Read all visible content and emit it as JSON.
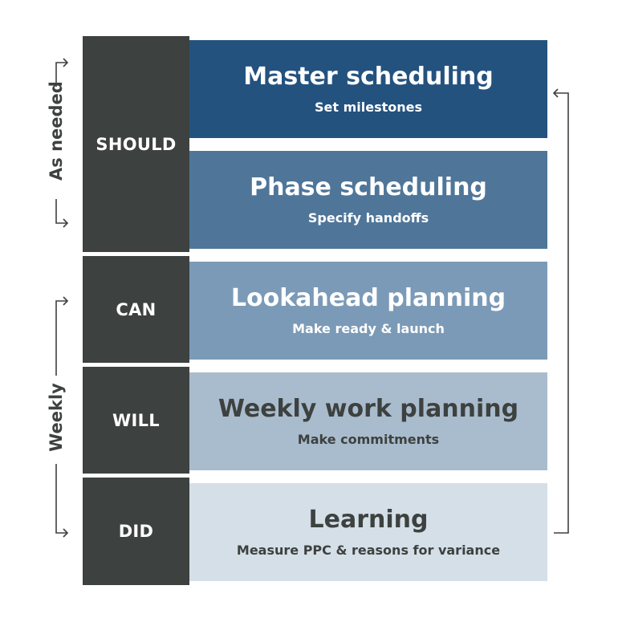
{
  "levels": {
    "should": "SHOULD",
    "can": "CAN",
    "will": "WILL",
    "did": "DID"
  },
  "stages": [
    {
      "title": "Master scheduling",
      "subtitle": "Set milestones",
      "bg": "#24527f",
      "fg": "#ffffff"
    },
    {
      "title": "Phase scheduling",
      "subtitle": "Specify handoffs",
      "bg": "#4f7699",
      "fg": "#ffffff"
    },
    {
      "title": "Lookahead planning",
      "subtitle": "Make ready & launch",
      "bg": "#7b9ab7",
      "fg": "#ffffff"
    },
    {
      "title": "Weekly work planning",
      "subtitle": "Make commitments",
      "bg": "#a9bccd",
      "fg": "#3d413f"
    },
    {
      "title": "Learning",
      "subtitle": "Measure PPC & reasons for variance",
      "bg": "#d5dfe8",
      "fg": "#3d413f"
    }
  ],
  "cadence": {
    "as_needed": "As needed",
    "weekly": "Weekly"
  },
  "colors": {
    "dark": "#3d413f"
  }
}
